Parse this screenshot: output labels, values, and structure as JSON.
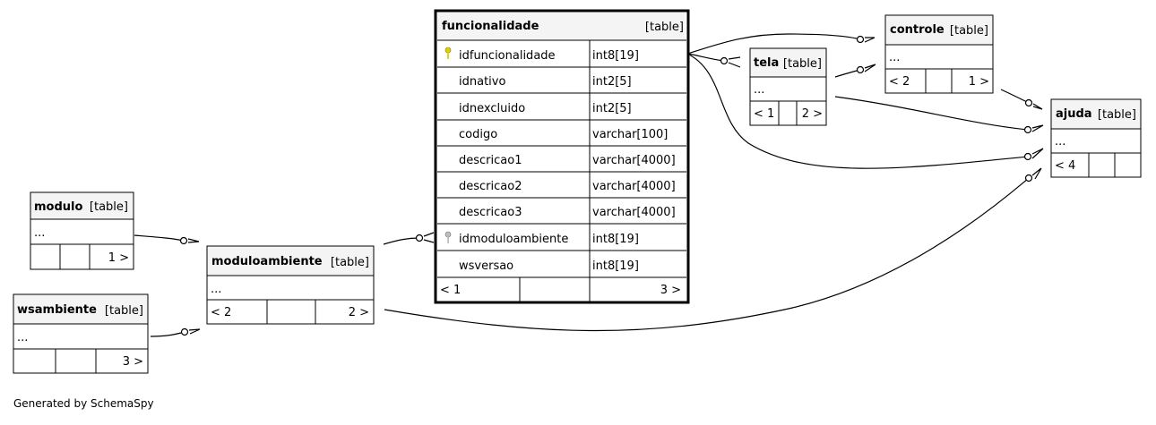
{
  "tables": {
    "funcionalidade": {
      "name": "funcionalidade",
      "kind": "[table]",
      "columns": [
        {
          "name": "idfuncionalidade",
          "type": "int8[19]",
          "key": "primary"
        },
        {
          "name": "idnativo",
          "type": "int2[5]",
          "key": ""
        },
        {
          "name": "idnexcluido",
          "type": "int2[5]",
          "key": ""
        },
        {
          "name": "codigo",
          "type": "varchar[100]",
          "key": ""
        },
        {
          "name": "descricao1",
          "type": "varchar[4000]",
          "key": ""
        },
        {
          "name": "descricao2",
          "type": "varchar[4000]",
          "key": ""
        },
        {
          "name": "descricao3",
          "type": "varchar[4000]",
          "key": ""
        },
        {
          "name": "idmoduloambiente",
          "type": "int8[19]",
          "key": "foreign"
        },
        {
          "name": "wsversao",
          "type": "int8[19]",
          "key": ""
        }
      ],
      "footer_left": "< 1",
      "footer_right": "3 >"
    },
    "modulo": {
      "name": "modulo",
      "kind": "[table]",
      "body": "...",
      "footer_left": "",
      "footer_right": "1 >"
    },
    "wsambiente": {
      "name": "wsambiente",
      "kind": "[table]",
      "body": "...",
      "footer_left": "",
      "footer_right": "3 >"
    },
    "moduloambiente": {
      "name": "moduloambiente",
      "kind": "[table]",
      "body": "...",
      "footer_left": "< 2",
      "footer_right": "2 >"
    },
    "tela": {
      "name": "tela",
      "kind": "[table]",
      "body": "...",
      "footer_left": "< 1",
      "footer_right": "2 >"
    },
    "controle": {
      "name": "controle",
      "kind": "[table]",
      "body": "...",
      "footer_left": "< 2",
      "footer_right": "1 >"
    },
    "ajuda": {
      "name": "ajuda",
      "kind": "[table]",
      "body": "...",
      "footer_left": "< 4",
      "footer_right": ""
    }
  },
  "footer": "Generated by SchemaSpy",
  "colors": {
    "header_bg": "#f4f4f4",
    "border": "#000000",
    "primary_key_icon": "#e0d000",
    "foreign_key_icon": "#a8a8a8"
  }
}
